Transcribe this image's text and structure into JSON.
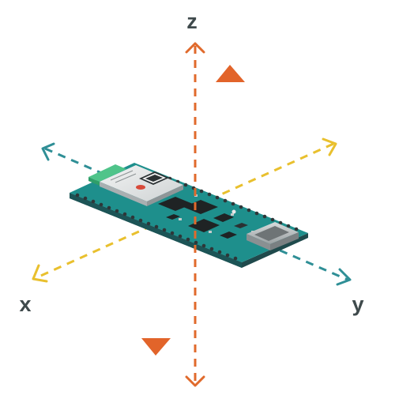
{
  "axes": {
    "z": {
      "label": "z",
      "color": "#e06a2c"
    },
    "x": {
      "label": "x",
      "color": "#e9c02e"
    },
    "y": {
      "label": "y",
      "color": "#2f8f96"
    }
  },
  "colors": {
    "rotation_marker": "#e2642a",
    "board_teal": "#1e8f8c",
    "board_dark": "#1f4a4c",
    "module_shield": "#e4e6e6",
    "module_antenna": "#4fc48a",
    "chip": "#1f2324",
    "usb_port": "#b7bcbe",
    "pin_holes": "#2e3638"
  },
  "icons": [
    "board-image",
    "rotation-arrow-up-icon",
    "rotation-arrow-down-icon"
  ]
}
